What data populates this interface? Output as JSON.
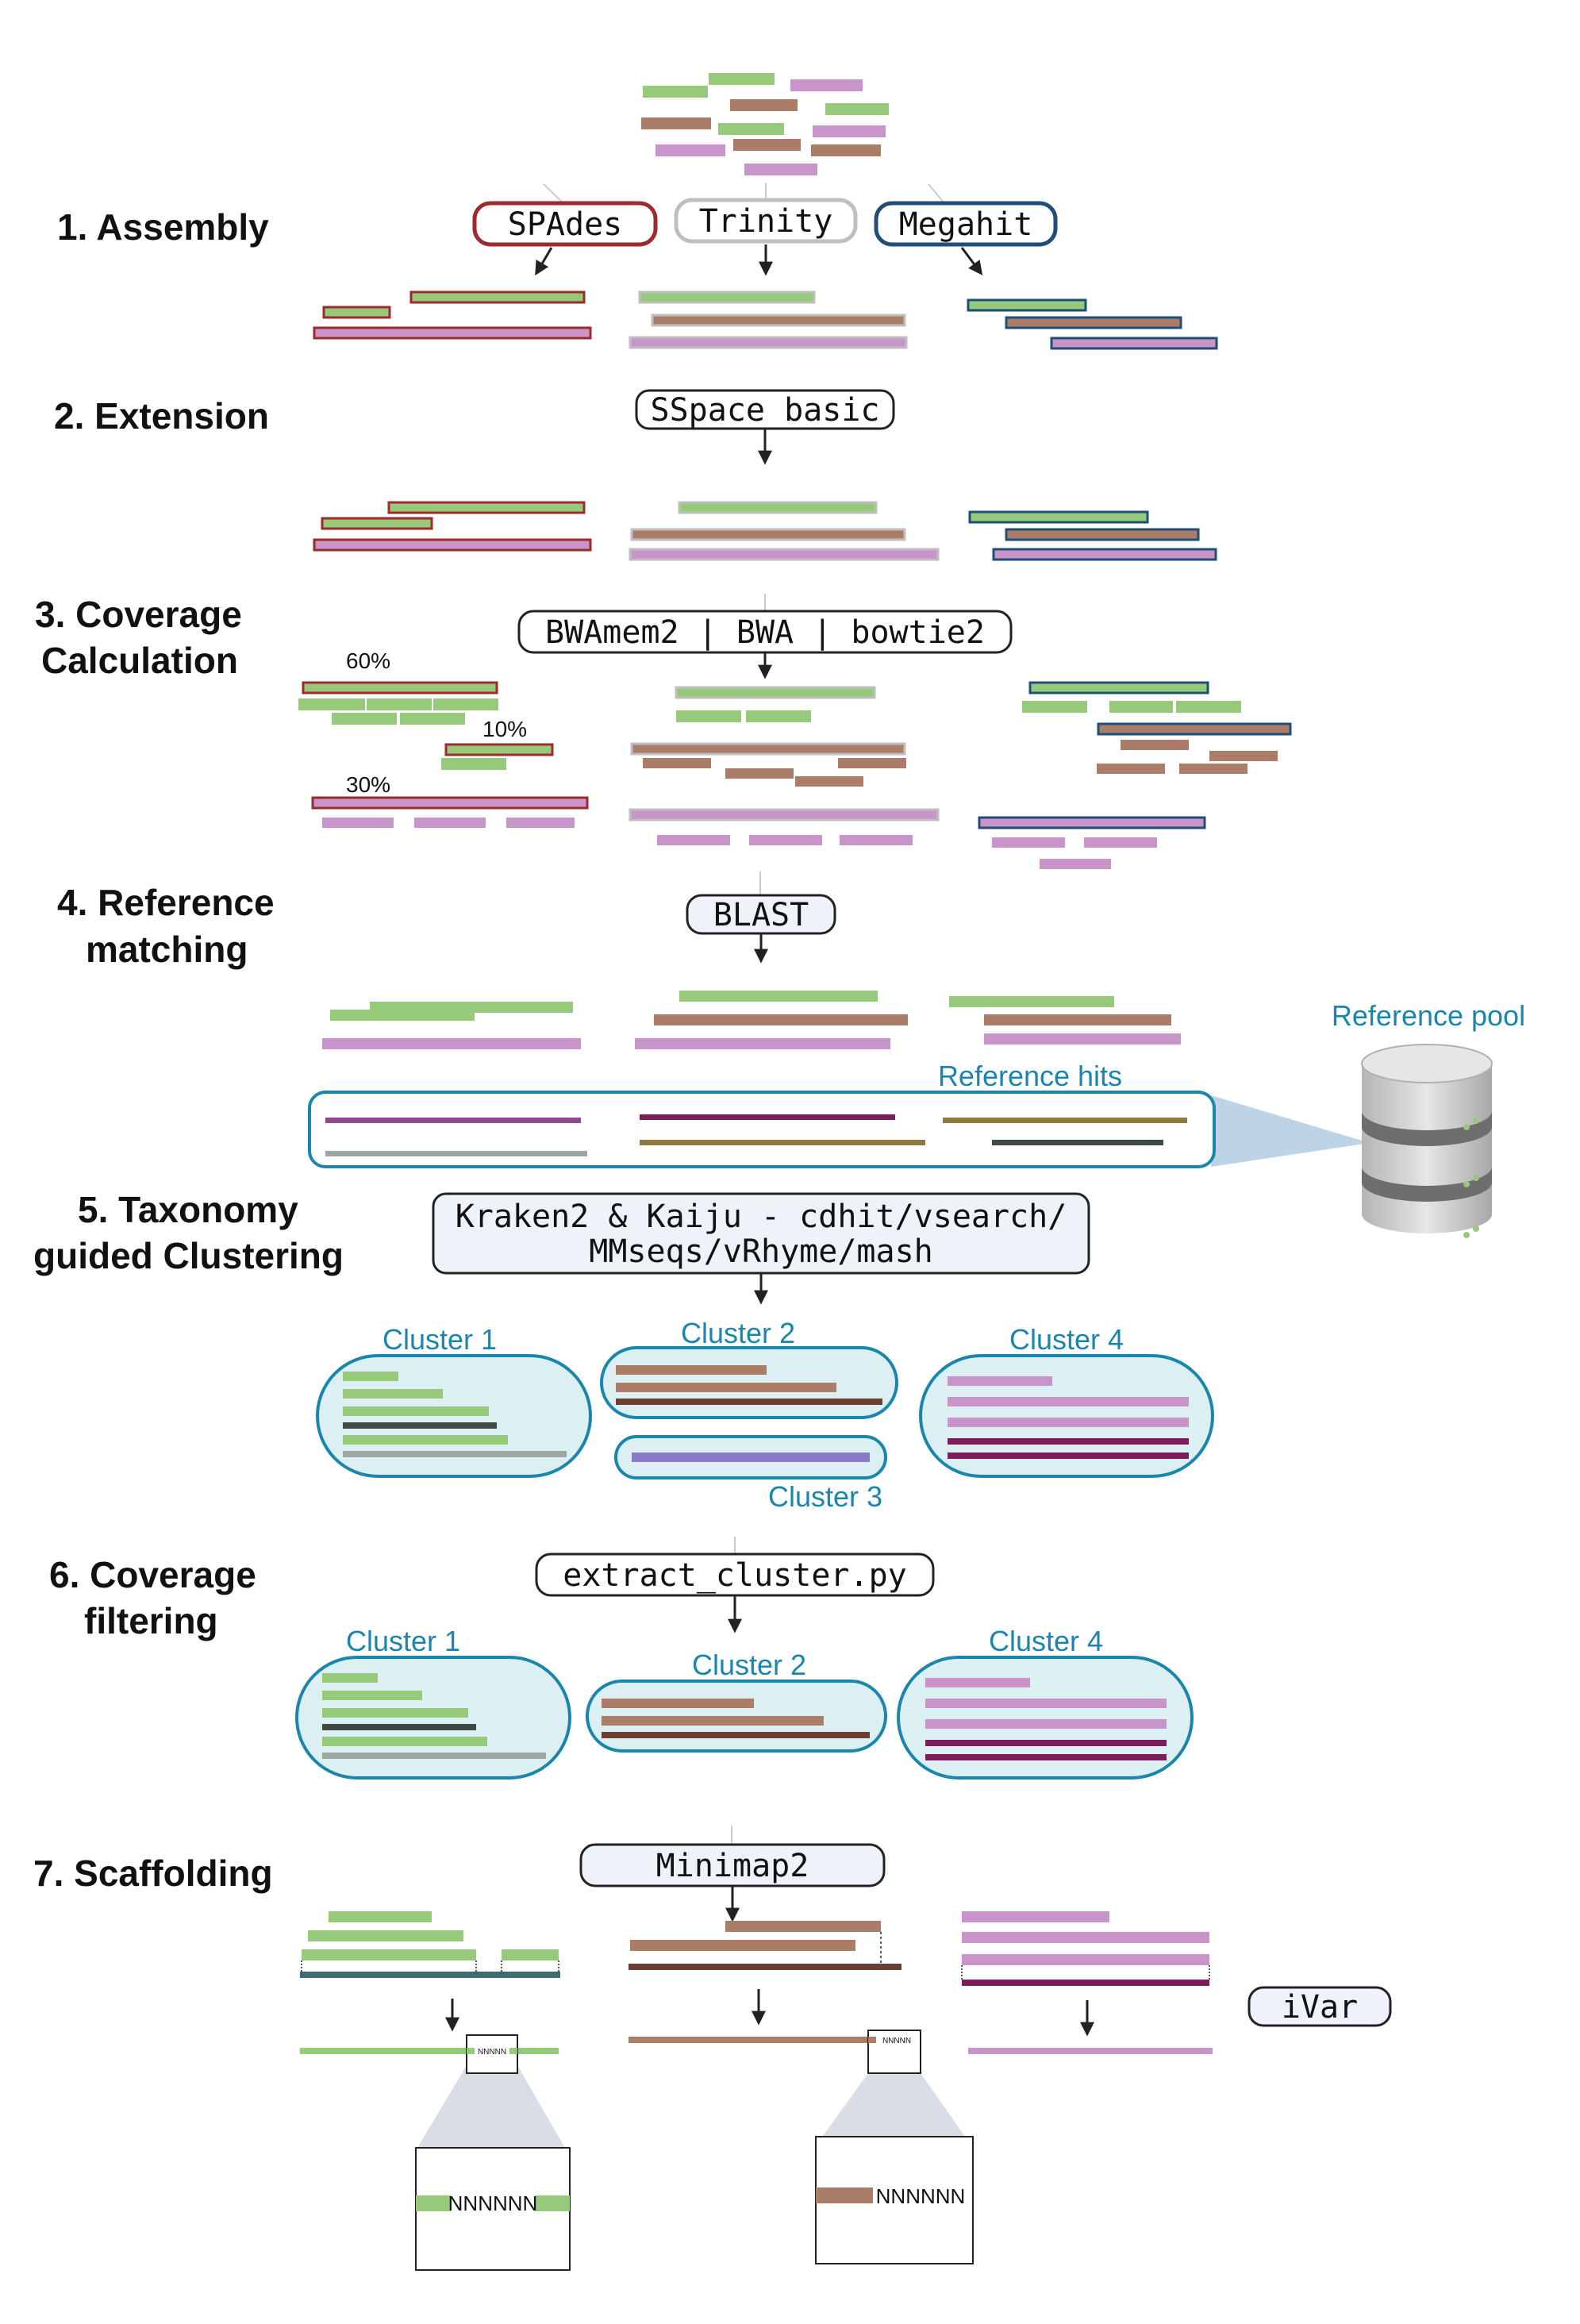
{
  "steps": {
    "assembly": "1.  Assembly",
    "extension": "2. Extension",
    "coverage_1": "3. Coverage",
    "coverage_2": "Calculation",
    "reference_1": "4. Reference",
    "reference_2": "matching",
    "taxonomy_1": "5. Taxonomy",
    "taxonomy_2": "guided Clustering",
    "filtering_1": "6. Coverage",
    "filtering_2": "filtering",
    "scaffolding": "7. Scaffolding"
  },
  "tools": {
    "spades": "SPAdes",
    "trinity": "Trinity",
    "megahit": "Megahit",
    "sspace": "SSpace basic",
    "mappers": "BWAmem2 | BWA | bowtie2",
    "blast": "BLAST",
    "clustering_1": "Kraken2 & Kaiju - cdhit/vsearch/",
    "clustering_2": "MMseqs/vRhyme/mash",
    "extract": "extract_cluster.py",
    "minimap": "Minimap2",
    "ivar": "iVar"
  },
  "labels": {
    "pct_60": "60%",
    "pct_10": "10%",
    "pct_30": "30%",
    "reference_pool": "Reference pool",
    "reference_hits": "Reference hits",
    "cluster_1": "Cluster 1",
    "cluster_2": "Cluster 2",
    "cluster_3": "Cluster 3",
    "cluster_4": "Cluster 4",
    "nnn_large": "NNNNNN",
    "nnn_small": "NNNNN"
  },
  "colors": {
    "green": "#96c97a",
    "brown": "#ab7d68",
    "pink": "#c894c9",
    "spades_border": "#9e2a2b",
    "trinity_border": "#bfbfbf",
    "megahit_border": "#1f4e79",
    "cluster_fill": "#dceff3",
    "cluster_border": "#1a86ad",
    "accent_text": "#1a86ad",
    "tool_fill": "#eef3fa"
  }
}
